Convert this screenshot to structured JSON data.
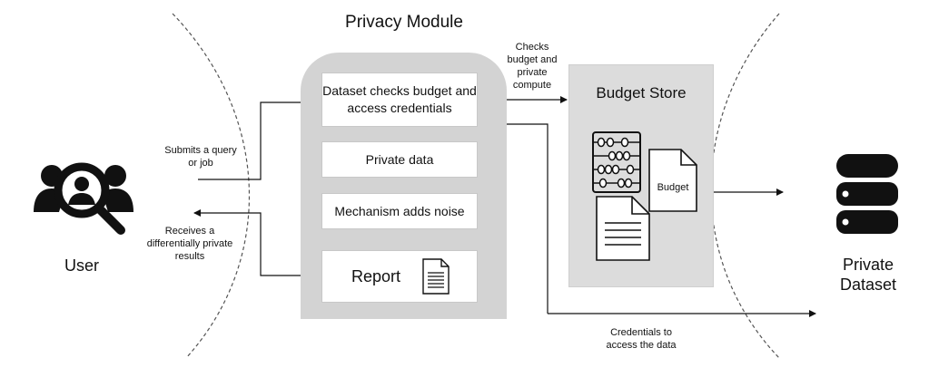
{
  "module": {
    "title": "Privacy Module",
    "steps": [
      "Dataset checks budget and access credentials",
      "Private data",
      "Mechanism adds noise",
      "Report"
    ]
  },
  "budget_store": {
    "title": "Budget Store",
    "doc_label": "Budget"
  },
  "actors": {
    "user": "User",
    "dataset": "Private Dataset"
  },
  "edge_labels": {
    "submit": "Submits a query or job",
    "receive": "Receives a differentially private results",
    "checks": "Checks budget and private compute",
    "credentials": "Credentials to access the data"
  },
  "icons": {
    "user": "user-search-icon",
    "dataset": "database-icon",
    "report": "document-icon",
    "abacus": "abacus-icon",
    "budget_doc": "document-icon"
  },
  "colors": {
    "module_bg": "#d3d3d3",
    "budget_bg": "#dcdcdc",
    "line": "#111111"
  }
}
